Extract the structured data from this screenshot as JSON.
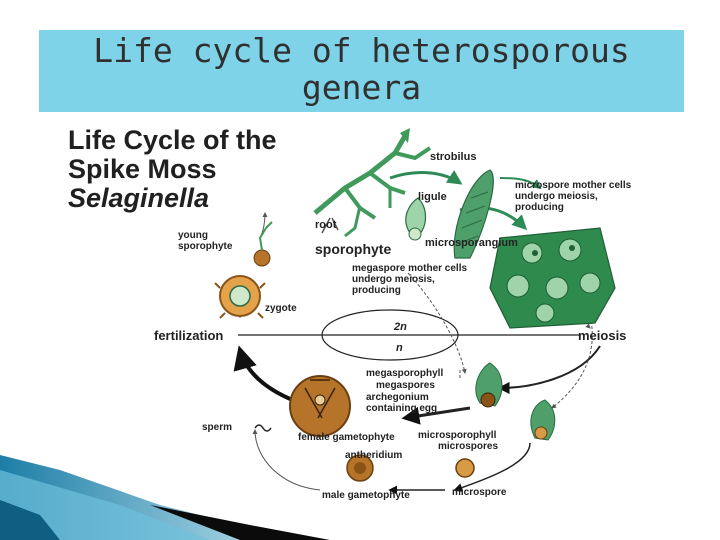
{
  "slide": {
    "title": "Life cycle of heterosporous genera"
  },
  "figure": {
    "title_line1": "Life Cycle of the",
    "title_line2": "Spike Moss",
    "title_line3": "Selaginella",
    "labels": {
      "strobilus": "strobilus",
      "ligule": "ligule",
      "root": "root",
      "sporophyte": "sporophyte",
      "microsporangium": "microsporangium",
      "microspore_mother_1": "microspore mother cells",
      "microspore_mother_2": "undergo meiosis,",
      "microspore_mother_3": "producing",
      "megaspore_mother_1": "megaspore mother cells",
      "megaspore_mother_2": "undergo meiosis,",
      "megaspore_mother_3": "producing",
      "young_sporophyte_1": "young",
      "young_sporophyte_2": "sporophyte",
      "zygote": "zygote",
      "fertilization": "fertilization",
      "meiosis": "meiosis",
      "diploid": "2n",
      "haploid": "n",
      "megasporophyll": "megasporophyll",
      "megaspores": "megaspores",
      "archegonium_1": "archegonium",
      "archegonium_2": "containing egg",
      "sperm": "sperm",
      "female_gametophyte": "female gametophyte",
      "microsporophyll": "microsporophyll",
      "microspores": "microspores",
      "antheridium": "antheridium",
      "male_gametophyte": "male gametophyte",
      "microspore": "microspore"
    }
  },
  "colors": {
    "title_band": "#7fd3e8",
    "plant_green": "#3f9a5c",
    "sporangium_green": "#2f8a4e",
    "gametophyte_brown": "#b5742a",
    "arrow_green": "#2e8b57"
  }
}
